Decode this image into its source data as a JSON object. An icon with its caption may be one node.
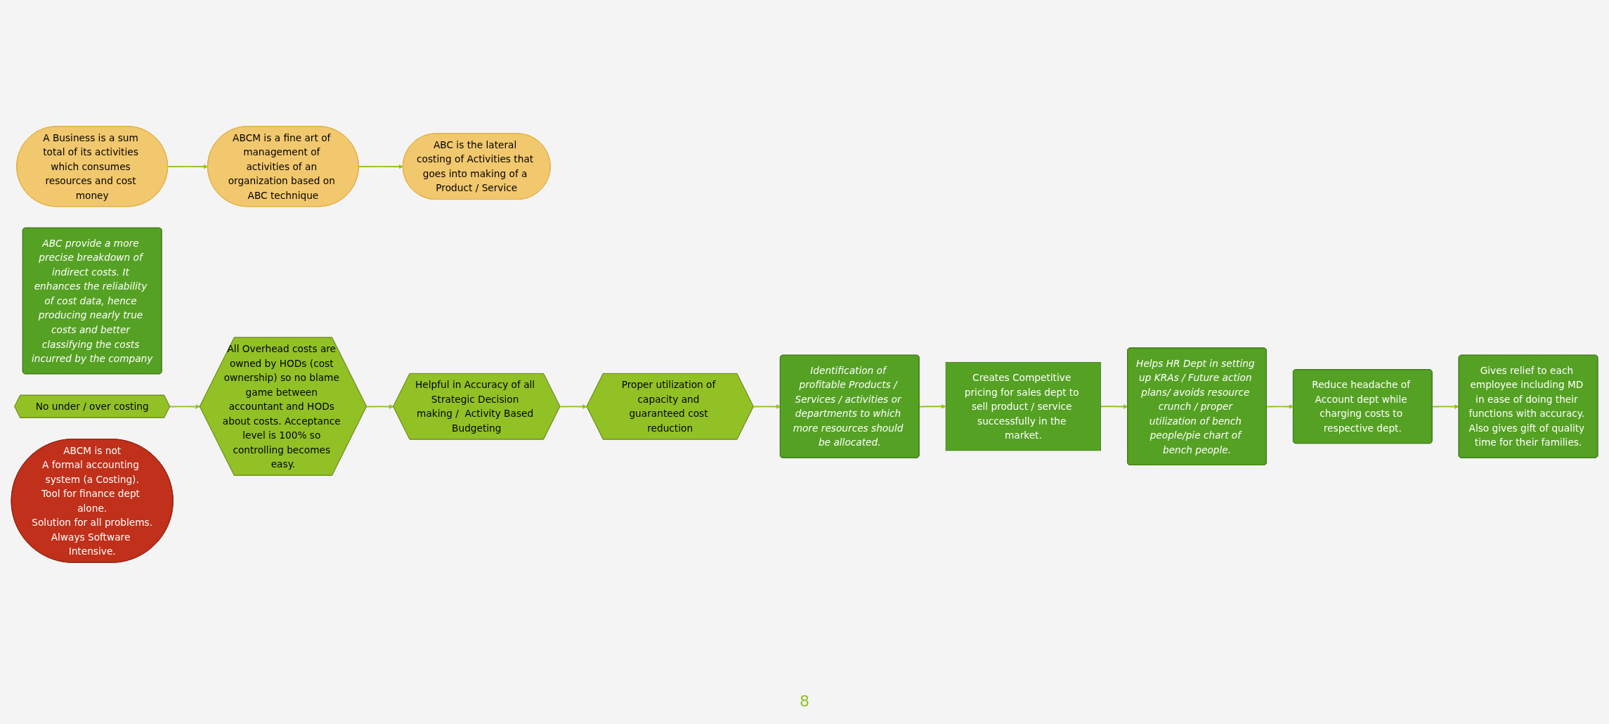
{
  "diagram": {
    "nodes": [
      {
        "text": [
          "A Business is a sum total of its activities which consumes resources and cost money"
        ]
      },
      {
        "text": [
          "ABCM is a fine art of management of activities of an organization based on ABC technique"
        ]
      },
      {
        "text": [
          "ABC is the lateral costing of Activities that goes into making of a Product / Service"
        ]
      },
      {
        "text": [
          "ABC provide a more precise breakdown of indirect costs. It enhances the reliability of cost data, hence producing nearly true costs and better classifying the costs incurred by the company"
        ]
      },
      {
        "text": [
          "No under / over costing"
        ]
      },
      {
        "text": [
          "All Overhead costs are owned by HODs (cost ownership) so no blame game between accountant and HODs about costs. Acceptance level is 100% so controlling becomes easy."
        ]
      },
      {
        "text": [
          "Helpful in Accuracy of all Strategic Decision making /  Activity Based Budgeting"
        ]
      },
      {
        "text": [
          "Proper utilization of capacity and guaranteed cost reduction"
        ]
      },
      {
        "text": [
          "Identification of profitable Products / Services / activities or departments to which more resources should be allocated."
        ]
      },
      {
        "text": [
          "Creates Competitive pricing for sales dept to sell product / service successfully in the market."
        ]
      },
      {
        "text": [
          "Helps HR Dept in setting up KRAs / Future action plans/ avoids resource crunch / proper utilization of bench people/pie chart of bench people."
        ]
      },
      {
        "text": [
          "Reduce headache of Account dept while charging costs to respective dept."
        ]
      },
      {
        "text": [
          "Gives relief to each employee including MD in ease of doing their functions with accuracy. Also gives gift of quality time for their families."
        ]
      },
      {
        "text": [
          "ABCM is not",
          "A formal accounting system (a Costing).",
          "Tool for finance dept alone.",
          "Solution for all problems.",
          "Always Software Intensive."
        ]
      }
    ],
    "edges": [
      {
        "from": 0,
        "to": 1,
        "arrow": "to"
      },
      {
        "from": 1,
        "to": 2,
        "arrow": "to"
      },
      {
        "from": 4,
        "to": 5,
        "arrow": "to"
      },
      {
        "from": 5,
        "to": 6,
        "arrow": "to"
      },
      {
        "from": 6,
        "to": 7,
        "arrow": "to"
      },
      {
        "from": 7,
        "to": 8,
        "arrow": "to"
      },
      {
        "from": 8,
        "to": 9,
        "arrow": "to"
      },
      {
        "from": 9,
        "to": 10,
        "arrow": "to"
      },
      {
        "from": 10,
        "to": 11,
        "arrow": "to"
      },
      {
        "from": 11,
        "to": 12,
        "arrow": "to"
      }
    ],
    "labels": [
      "8"
    ]
  }
}
